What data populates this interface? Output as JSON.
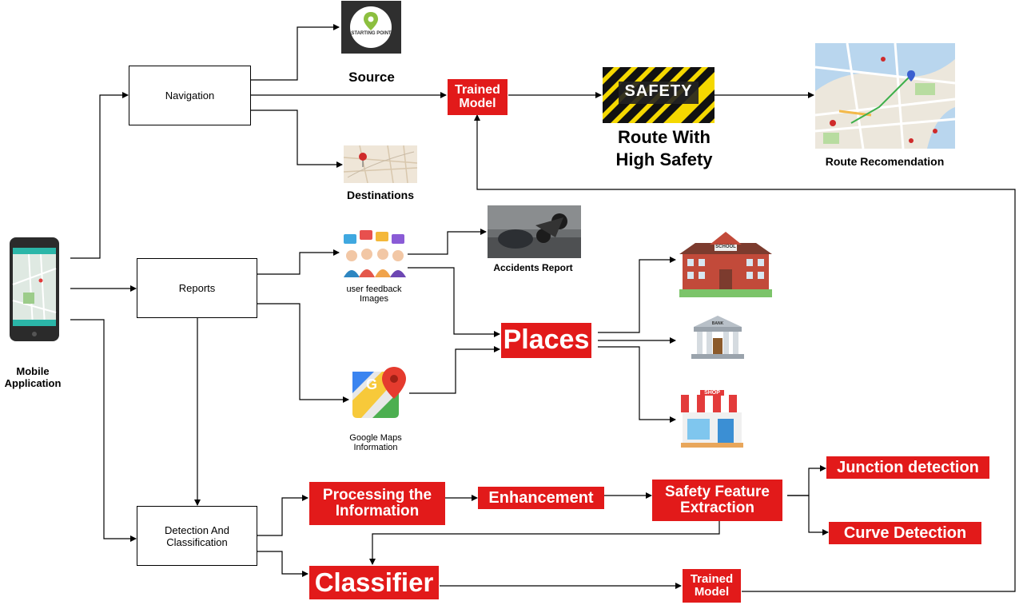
{
  "nodes": {
    "mobile_app": "Mobile\nApplication",
    "navigation": "Navigation",
    "reports": "Reports",
    "detection": "Detection And\nClassification",
    "source": "Source",
    "source_logo": "STARTING POINT",
    "destinations": "Destinations",
    "trained_model_top": "Trained\nModel",
    "safety_sign": "SAFETY",
    "route_high_safety": "Route With\nHigh Safety",
    "route_recommendation": "Route Recomendation",
    "accidents_report": "Accidents Report",
    "user_feedback": "user feedback\nImages",
    "google_maps": "Google Maps\nInformation",
    "places": "Places",
    "school_sign": "SCHOOL",
    "bank_sign": "BANK",
    "shop_sign": "SHOP",
    "processing": "Processing the\nInformation",
    "enhancement": "Enhancement",
    "safety_feature": "Safety Feature\nExtraction",
    "junction": "Junction detection",
    "curve": "Curve Detection",
    "classifier": "Classifier",
    "trained_model_bottom": "Trained\nModel"
  },
  "colors": {
    "red_box": "#e21a1a",
    "safety_yellow": "#f5d800",
    "map_blue": "#4a7bd0"
  }
}
